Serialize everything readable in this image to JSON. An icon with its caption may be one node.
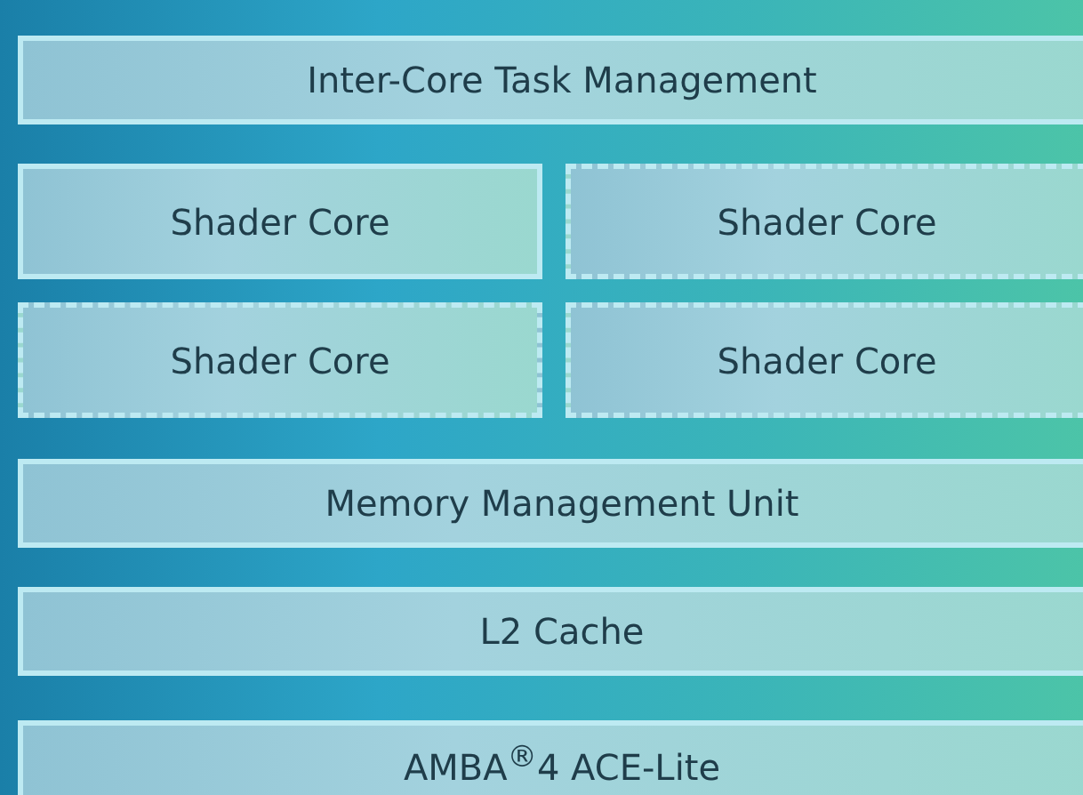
{
  "diagram": {
    "nodes": [
      {
        "text": [
          "Inter-Core Task Management"
        ]
      },
      {
        "text": [
          "Shader Core"
        ]
      },
      {
        "text": [
          "Shader Core"
        ]
      },
      {
        "text": [
          "Shader Core"
        ]
      },
      {
        "text": [
          "Shader Core"
        ]
      },
      {
        "text": [
          "Memory Management Unit"
        ]
      },
      {
        "text": [
          "L2 Cache"
        ]
      },
      {
        "text": [
          "AMBA$^{®}$4 ACE-Lite"
        ]
      }
    ]
  }
}
